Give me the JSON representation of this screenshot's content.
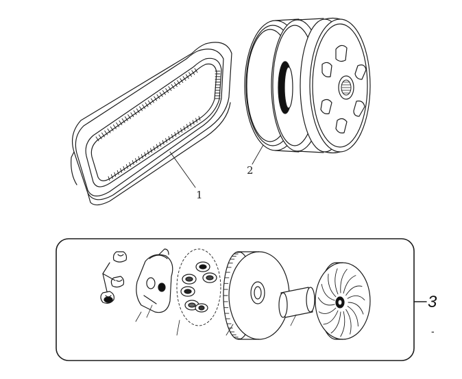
{
  "callouts": {
    "belt": "1",
    "clutch": "2",
    "variator": "3"
  },
  "stray_mark": "-",
  "colors": {
    "line": "#1a1a1a",
    "fill": "#ffffff"
  }
}
